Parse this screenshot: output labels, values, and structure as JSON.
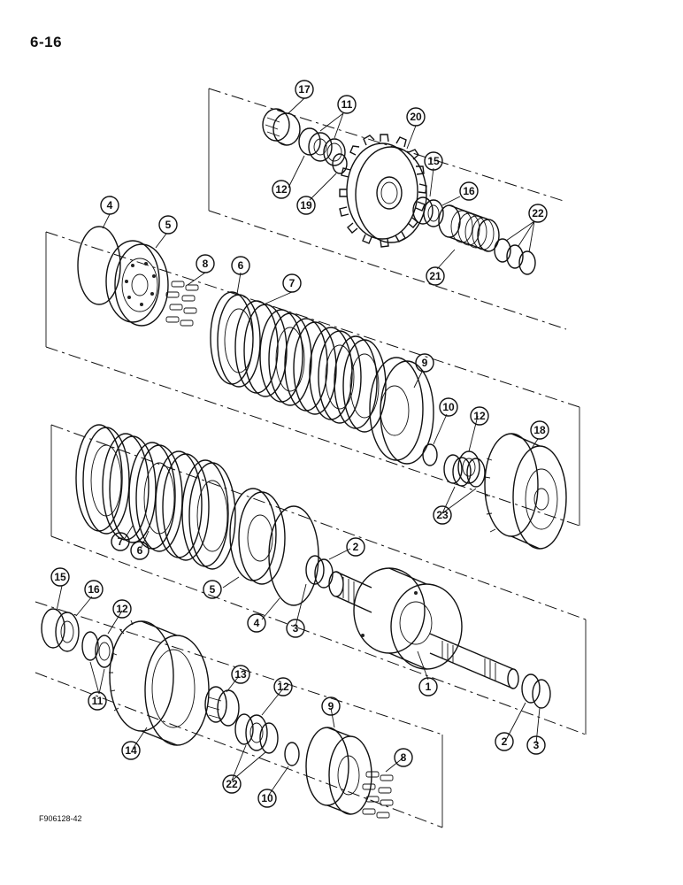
{
  "page": {
    "page_number": "6-16",
    "figure_code": "F906128-42"
  },
  "callouts": [
    {
      "label": "17"
    },
    {
      "label": "11"
    },
    {
      "label": "20"
    },
    {
      "label": "12"
    },
    {
      "label": "19"
    },
    {
      "label": "15"
    },
    {
      "label": "16"
    },
    {
      "label": "22"
    },
    {
      "label": "21"
    },
    {
      "label": "4"
    },
    {
      "label": "5"
    },
    {
      "label": "8"
    },
    {
      "label": "6"
    },
    {
      "label": "7"
    },
    {
      "label": "9"
    },
    {
      "label": "10"
    },
    {
      "label": "12"
    },
    {
      "label": "18"
    },
    {
      "label": "23"
    },
    {
      "label": "7"
    },
    {
      "label": "6"
    },
    {
      "label": "5"
    },
    {
      "label": "2"
    },
    {
      "label": "4"
    },
    {
      "label": "3"
    },
    {
      "label": "15"
    },
    {
      "label": "16"
    },
    {
      "label": "12"
    },
    {
      "label": "11"
    },
    {
      "label": "1"
    },
    {
      "label": "13"
    },
    {
      "label": "12"
    },
    {
      "label": "9"
    },
    {
      "label": "14"
    },
    {
      "label": "8"
    },
    {
      "label": "22"
    },
    {
      "label": "10"
    },
    {
      "label": "2"
    },
    {
      "label": "3"
    }
  ]
}
